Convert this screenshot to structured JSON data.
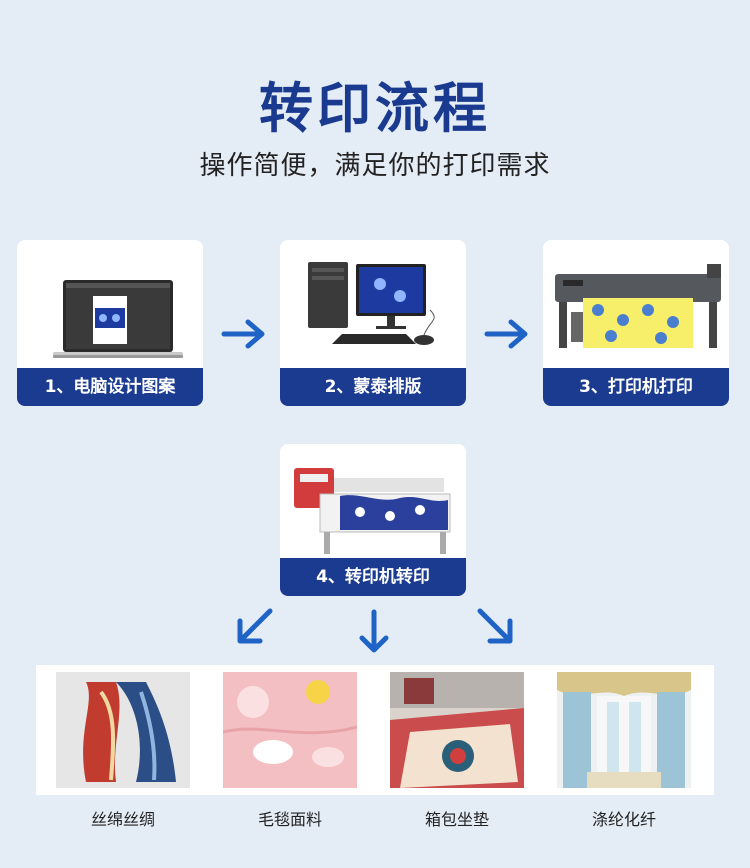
{
  "header": {
    "title": "转印流程",
    "subtitle": "操作简便，满足你的打印需求"
  },
  "steps": [
    {
      "label": "1、电脑设计图案",
      "icon": "laptop-icon"
    },
    {
      "label": "2、蒙泰排版",
      "icon": "desktop-computer-icon"
    },
    {
      "label": "3、打印机打印",
      "icon": "printer-icon"
    },
    {
      "label": "4、转印机转印",
      "icon": "heat-transfer-machine-icon"
    }
  ],
  "products": [
    {
      "label": "丝绵丝绸"
    },
    {
      "label": "毛毯面料"
    },
    {
      "label": "箱包坐垫"
    },
    {
      "label": "涤纶化纤"
    }
  ],
  "colors": {
    "accent": "#1b3b90",
    "background": "#e4ecf6",
    "arrow": "#1f63c6"
  }
}
